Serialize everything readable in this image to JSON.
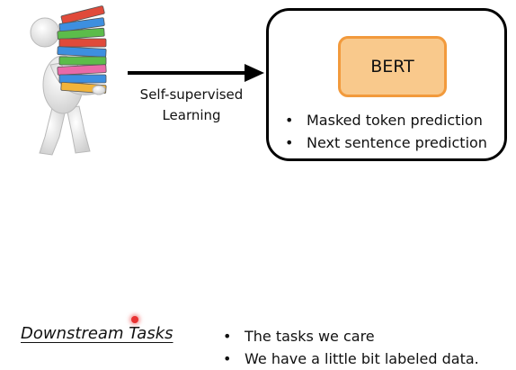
{
  "arrow_label": [
    "Self-supervised",
    "Learning"
  ],
  "bert": {
    "label": "BERT",
    "bullets": [
      "Masked token prediction",
      "Next sentence prediction"
    ]
  },
  "downstream": {
    "title": "Downstream Tasks",
    "bullets": [
      "The tasks we care",
      "We have a little bit labeled data."
    ]
  },
  "colors": {
    "bert_fill": "#f9c98c",
    "bert_border": "#f29a3c",
    "pointer": "#e83232"
  },
  "icons": [
    "person-carrying-books-icon",
    "arrow-right-icon"
  ]
}
